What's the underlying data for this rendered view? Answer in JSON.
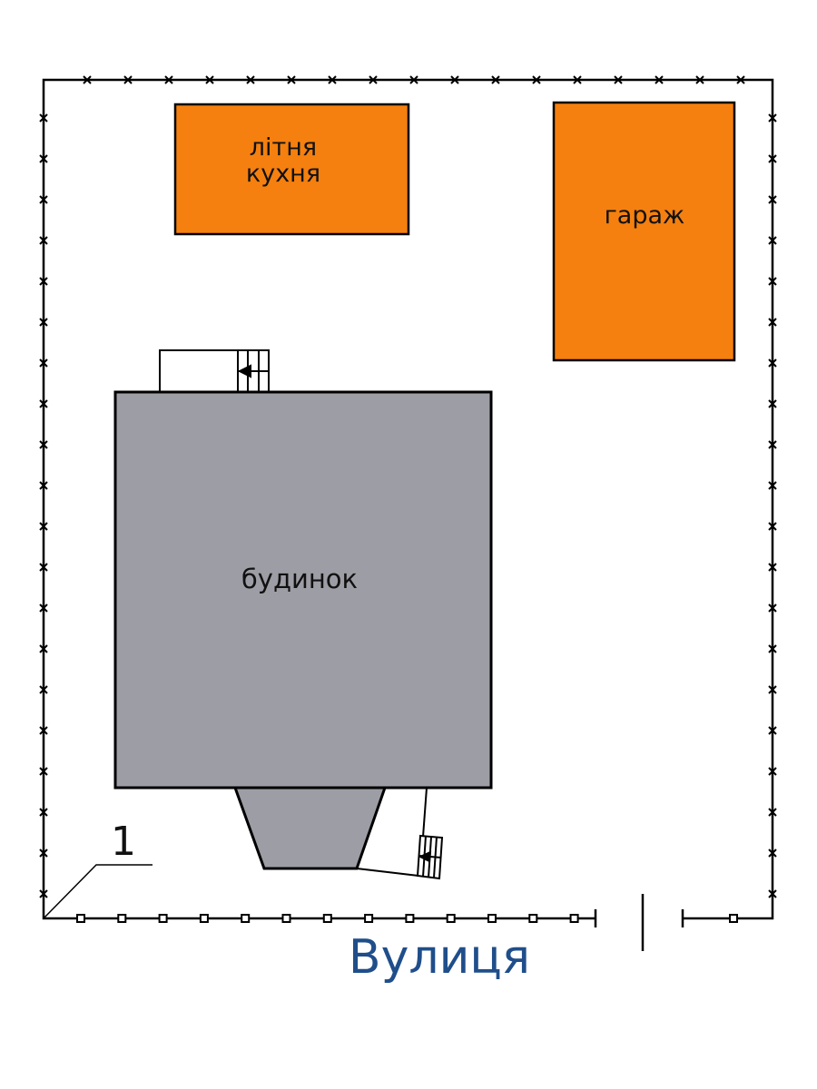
{
  "labels": {
    "summer_kitchen_line1": "літня",
    "summer_kitchen_line2": "кухня",
    "garage": "гараж",
    "house": "будинок",
    "marker": "1",
    "street": "Вулиця"
  },
  "colors": {
    "outbuilding": "#F5800F",
    "house": "#9D9DA5",
    "street_text": "#1F4E8A",
    "line": "#000000"
  },
  "fence_symbols": {
    "side_fence": "x-mark",
    "street_fence": "square-post"
  }
}
